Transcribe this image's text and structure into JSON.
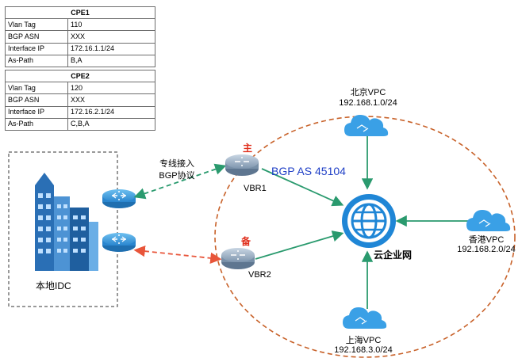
{
  "cpe1": {
    "title": "CPE1",
    "rows": [
      {
        "key": "Vlan Tag",
        "value": "110"
      },
      {
        "key": "BGP ASN",
        "value": "XXX"
      },
      {
        "key": "Interface IP",
        "value": "172.16.1.1/24"
      },
      {
        "key": "As-Path",
        "value": "B,A"
      }
    ]
  },
  "cpe2": {
    "title": "CPE2",
    "rows": [
      {
        "key": "Vlan Tag",
        "value": "120"
      },
      {
        "key": "BGP ASN",
        "value": "XXX"
      },
      {
        "key": "Interface IP",
        "value": "172.16.2.1/24"
      },
      {
        "key": "As-Path",
        "value": "C,B,A"
      }
    ]
  },
  "idc": {
    "label": "本地IDC"
  },
  "link": {
    "line1": "专线接入",
    "line2": "BGP协议"
  },
  "vbr1": {
    "label": "VBR1",
    "role": "主"
  },
  "vbr2": {
    "label": "VBR2",
    "role": "备"
  },
  "bgp": {
    "label": "BGP AS 45104"
  },
  "cen": {
    "label": "云企业网"
  },
  "vpcs": {
    "beijing": {
      "name": "北京VPC",
      "cidr": "192.168.1.0/24"
    },
    "hongkong": {
      "name": "香港VPC",
      "cidr": "192.168.2.0/24"
    },
    "shanghai": {
      "name": "上海VPC",
      "cidr": "192.168.3.0/24"
    }
  },
  "colors": {
    "bgp_text": "#1f3fc6",
    "role_text": "#e0301e",
    "primary_link": "#2a9a6e",
    "backup_link": "#e8553a",
    "ring": "#c8622a",
    "router_blue": "#2e8fd8",
    "cloud_blue": "#3aa0e6",
    "cen_blue": "#1f86d6",
    "arrow_green": "#2a9a6e"
  }
}
